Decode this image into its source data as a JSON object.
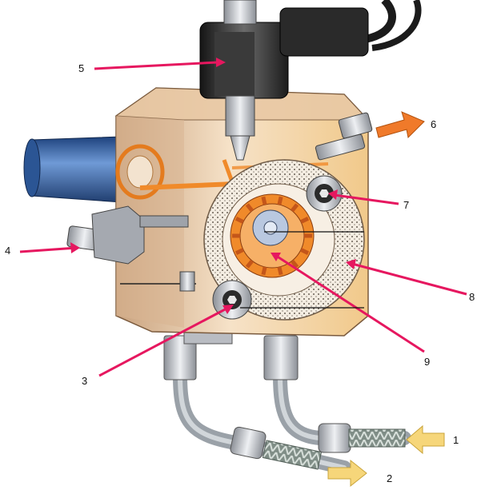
{
  "callouts": [
    {
      "id": "1",
      "label": "1"
    },
    {
      "id": "2",
      "label": "2"
    },
    {
      "id": "3",
      "label": "3"
    },
    {
      "id": "4",
      "label": "4"
    },
    {
      "id": "5",
      "label": "5"
    },
    {
      "id": "6",
      "label": "6"
    },
    {
      "id": "7",
      "label": "7"
    },
    {
      "id": "8",
      "label": "8"
    },
    {
      "id": "9",
      "label": "9"
    }
  ],
  "colors": {
    "leader": "#e6175f",
    "flow_out": "#f07a2a",
    "flow_in": "#f6d67a",
    "body": "#f3dcc0",
    "gear": "#f08a2a",
    "coil": "#2f2f2f",
    "motor": "#2c5fa8",
    "steel": "#c9ccd2"
  }
}
